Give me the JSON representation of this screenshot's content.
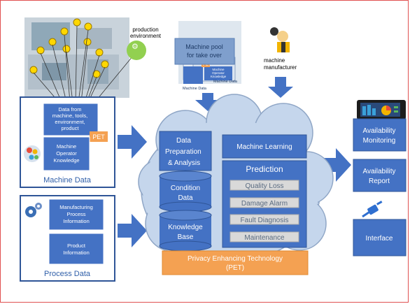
{
  "top": {
    "production_env": [
      "production",
      "environment"
    ],
    "machine_pool": [
      "Machine pool",
      "for take over"
    ],
    "machine_data_small_1": "Machine Data",
    "machine_data_small_2": "Machine Data",
    "machine_operator_small": [
      "Machine",
      "Operator",
      "Knowledge"
    ],
    "pet_small": "PET",
    "manufacturer": [
      "machine",
      "manufacturer"
    ]
  },
  "machine_data": {
    "data_from": [
      "Data from",
      "machine, tools,",
      "environment,",
      "product"
    ],
    "pet": "PET",
    "operator": [
      "Machine",
      "Operator",
      "Knowledge"
    ],
    "title": "Machine Data"
  },
  "process_data": {
    "manufacturing": [
      "Manufacturing",
      "Process",
      "Information"
    ],
    "product": [
      "Product",
      "Information"
    ],
    "title": "Process Data"
  },
  "cloud": {
    "data_prep": [
      "Data",
      "Preparation",
      "& Analysis"
    ],
    "condition": [
      "Condition",
      "Data"
    ],
    "knowledge": [
      "Knowledge",
      "Base"
    ],
    "ml": "Machine Learning",
    "prediction": "Prediction",
    "items": [
      "Quality Loss",
      "Damage Alarm",
      "Fault Diagnosis",
      "Maintenance"
    ],
    "pet_bar": [
      "Privacy Enhancing Technology",
      "(PET)"
    ]
  },
  "right": {
    "availability_monitoring": [
      "Availability",
      "Monitoring"
    ],
    "availability_report": [
      "Availability",
      "Report"
    ],
    "interface": "Interface"
  },
  "colors": {
    "blue": "#4472c4",
    "dark_blue": "#2f5597",
    "cloud": "#c5d6ec",
    "orange": "#f4a152",
    "green": "#92d050",
    "coin": "#ffd700"
  }
}
